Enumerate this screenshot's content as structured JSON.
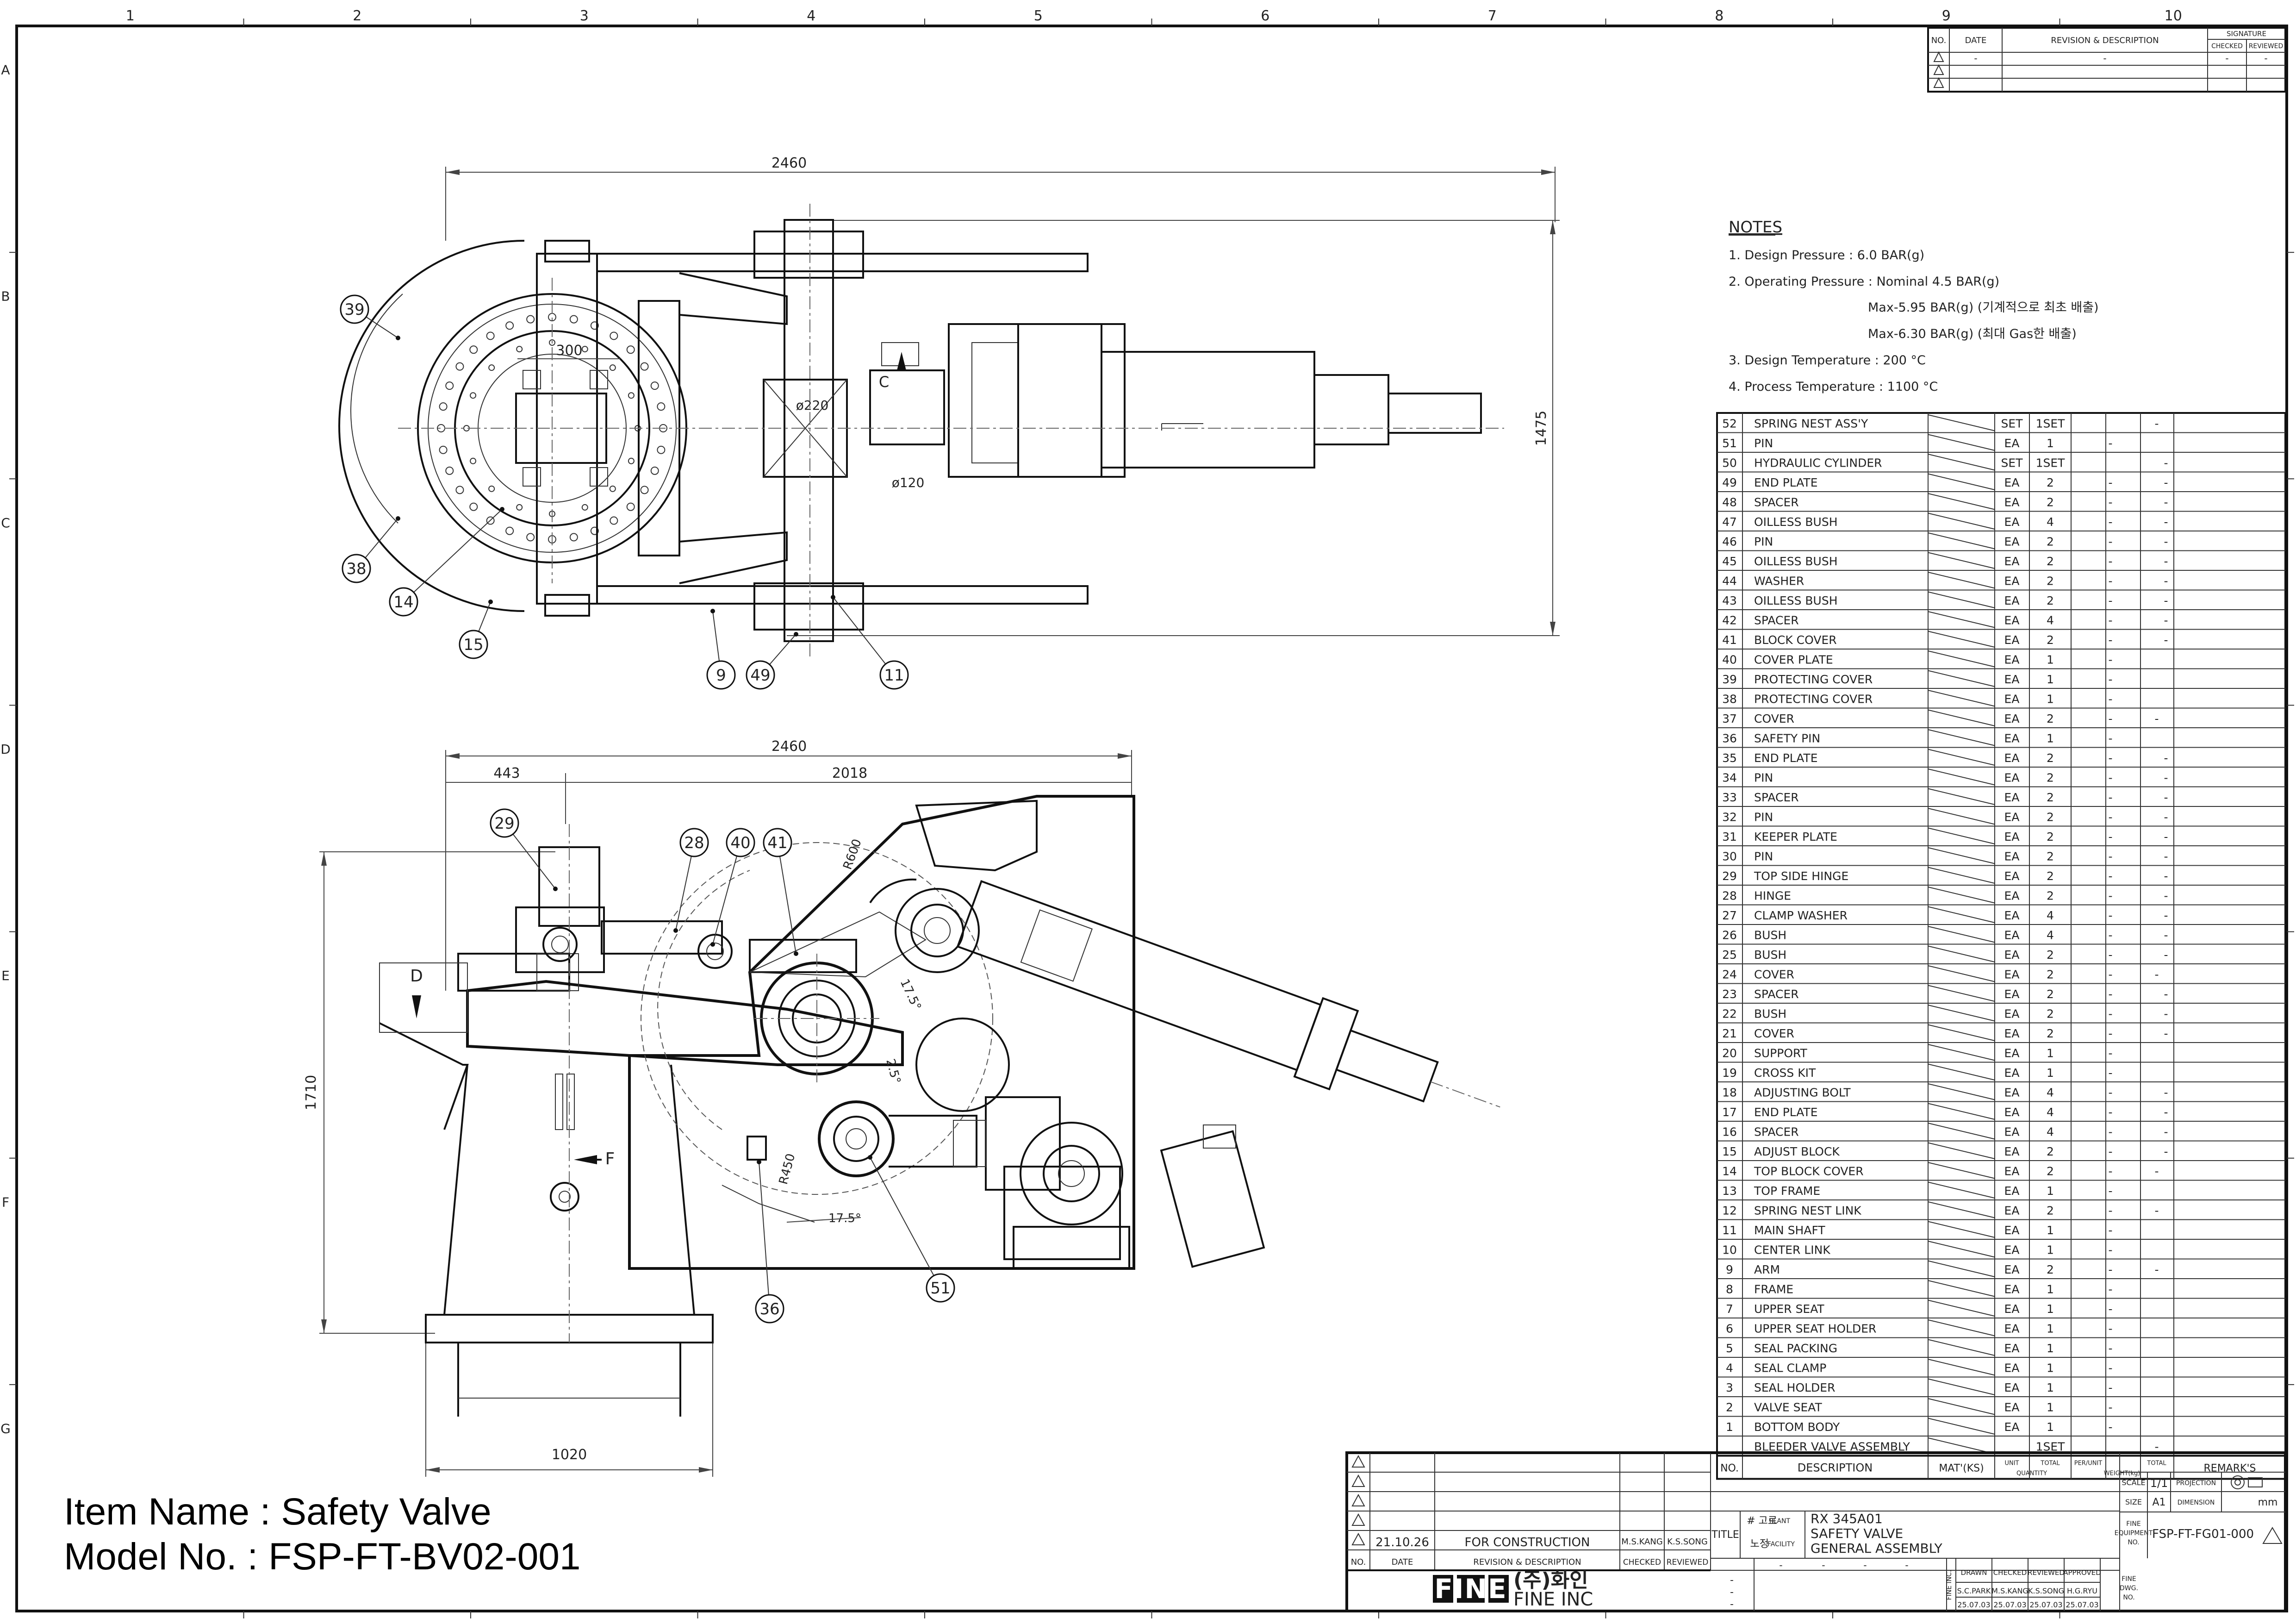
{
  "zone_columns": [
    "1",
    "2",
    "3",
    "4",
    "5",
    "6",
    "7",
    "8",
    "9",
    "10"
  ],
  "zone_rows": [
    "A",
    "B",
    "C",
    "D",
    "E",
    "F",
    "G"
  ],
  "revision_block": {
    "headers": [
      "NO.",
      "DATE",
      "REVISION & DESCRIPTION",
      "SIGNATURE",
      "CHECKED",
      "REVIEWED"
    ],
    "row1": [
      "-",
      "-",
      "-",
      "-"
    ]
  },
  "notes": {
    "title": "NOTES",
    "items": [
      "1. Design Pressure : 6.0 BAR(g)",
      "2. Operating Pressure : Nominal 4.5 BAR(g)",
      "Max-5.95 BAR(g) (기계적으로 최초 배출)",
      "Max-6.30 BAR(g) (최대 Gas한 배출)",
      "3. Design Temperature  : 200 °C",
      "4. Process Temperature : 1100 °C"
    ]
  },
  "parts": [
    [
      "52",
      "SPRING NEST ASS'Y",
      "SET",
      "1SET",
      "",
      "-",
      ""
    ],
    [
      "51",
      "PIN",
      "EA",
      "1",
      "-",
      "",
      ""
    ],
    [
      "50",
      "HYDRAULIC CYLINDER",
      "SET",
      "1SET",
      "",
      "",
      "-"
    ],
    [
      "49",
      "END PLATE",
      "EA",
      "2",
      "-",
      "",
      "-"
    ],
    [
      "48",
      "SPACER",
      "EA",
      "2",
      "-",
      "",
      "-"
    ],
    [
      "47",
      "OILLESS BUSH",
      "EA",
      "4",
      "-",
      "",
      "-"
    ],
    [
      "46",
      "PIN",
      "EA",
      "2",
      "-",
      "",
      "-"
    ],
    [
      "45",
      "OILLESS BUSH",
      "EA",
      "2",
      "-",
      "",
      "-"
    ],
    [
      "44",
      "WASHER",
      "EA",
      "2",
      "-",
      "",
      "-"
    ],
    [
      "43",
      "OILLESS BUSH",
      "EA",
      "2",
      "-",
      "",
      "-"
    ],
    [
      "42",
      "SPACER",
      "EA",
      "4",
      "-",
      "",
      "-"
    ],
    [
      "41",
      "BLOCK COVER",
      "EA",
      "2",
      "-",
      "",
      "-"
    ],
    [
      "40",
      "COVER PLATE",
      "EA",
      "1",
      "-",
      "",
      ""
    ],
    [
      "39",
      "PROTECTING COVER",
      "EA",
      "1",
      "-",
      "",
      ""
    ],
    [
      "38",
      "PROTECTING COVER",
      "EA",
      "1",
      "-",
      "",
      ""
    ],
    [
      "37",
      "COVER",
      "EA",
      "2",
      "-",
      "-",
      ""
    ],
    [
      "36",
      "SAFETY PIN",
      "EA",
      "1",
      "-",
      "",
      ""
    ],
    [
      "35",
      "END PLATE",
      "EA",
      "2",
      "-",
      "",
      "-"
    ],
    [
      "34",
      "PIN",
      "EA",
      "2",
      "-",
      "",
      "-"
    ],
    [
      "33",
      "SPACER",
      "EA",
      "2",
      "-",
      "",
      "-"
    ],
    [
      "32",
      "PIN",
      "EA",
      "2",
      "-",
      "",
      "-"
    ],
    [
      "31",
      "KEEPER PLATE",
      "EA",
      "2",
      "-",
      "",
      "-"
    ],
    [
      "30",
      "PIN",
      "EA",
      "2",
      "-",
      "",
      "-"
    ],
    [
      "29",
      "TOP SIDE HINGE",
      "EA",
      "2",
      "-",
      "",
      "-"
    ],
    [
      "28",
      "HINGE",
      "EA",
      "2",
      "-",
      "",
      "-"
    ],
    [
      "27",
      "CLAMP WASHER",
      "EA",
      "4",
      "-",
      "",
      "-"
    ],
    [
      "26",
      "BUSH",
      "EA",
      "4",
      "-",
      "",
      "-"
    ],
    [
      "25",
      "BUSH",
      "EA",
      "2",
      "-",
      "",
      "-"
    ],
    [
      "24",
      "COVER",
      "EA",
      "2",
      "-",
      "-",
      ""
    ],
    [
      "23",
      "SPACER",
      "EA",
      "2",
      "-",
      "",
      "-"
    ],
    [
      "22",
      "BUSH",
      "EA",
      "2",
      "-",
      "",
      "-"
    ],
    [
      "21",
      "COVER",
      "EA",
      "2",
      "-",
      "",
      "-"
    ],
    [
      "20",
      "SUPPORT",
      "EA",
      "1",
      "-",
      "",
      ""
    ],
    [
      "19",
      "CROSS KIT",
      "EA",
      "1",
      "-",
      "",
      ""
    ],
    [
      "18",
      "ADJUSTING BOLT",
      "EA",
      "4",
      "-",
      "",
      "-"
    ],
    [
      "17",
      "END PLATE",
      "EA",
      "4",
      "-",
      "",
      "-"
    ],
    [
      "16",
      "SPACER",
      "EA",
      "4",
      "-",
      "",
      "-"
    ],
    [
      "15",
      "ADJUST BLOCK",
      "EA",
      "2",
      "-",
      "",
      "-"
    ],
    [
      "14",
      "TOP BLOCK COVER",
      "EA",
      "2",
      "-",
      "-",
      ""
    ],
    [
      "13",
      "TOP FRAME",
      "EA",
      "1",
      "-",
      "",
      ""
    ],
    [
      "12",
      "SPRING NEST LINK",
      "EA",
      "2",
      "-",
      "-",
      ""
    ],
    [
      "11",
      "MAIN SHAFT",
      "EA",
      "1",
      "-",
      "",
      ""
    ],
    [
      "10",
      "CENTER LINK",
      "EA",
      "1",
      "-",
      "",
      ""
    ],
    [
      "9",
      "ARM",
      "EA",
      "2",
      "-",
      "-",
      ""
    ],
    [
      "8",
      "FRAME",
      "EA",
      "1",
      "-",
      "",
      ""
    ],
    [
      "7",
      "UPPER SEAT",
      "EA",
      "1",
      "-",
      "",
      ""
    ],
    [
      "6",
      "UPPER SEAT HOLDER",
      "EA",
      "1",
      "-",
      "",
      ""
    ],
    [
      "5",
      "SEAL PACKING",
      "EA",
      "1",
      "-",
      "",
      ""
    ],
    [
      "4",
      "SEAL CLAMP",
      "EA",
      "1",
      "-",
      "",
      ""
    ],
    [
      "3",
      "SEAL HOLDER",
      "EA",
      "1",
      "-",
      "",
      ""
    ],
    [
      "2",
      "VALVE SEAT",
      "EA",
      "1",
      "-",
      "",
      ""
    ],
    [
      "1",
      "BOTTOM BODY",
      "EA",
      "1",
      "-",
      "",
      ""
    ],
    [
      "",
      "BLEEDER VALVE ASSEMBLY",
      "",
      "1SET",
      "",
      "-",
      ""
    ]
  ],
  "parts_header": {
    "no": "NO.",
    "description": "DESCRIPTION",
    "material": "MAT'(KS)",
    "unit": "UNIT",
    "total": "TOTAL",
    "quantity": "QUANTITY",
    "per_unit": "PER/UNIT",
    "total2": "TOTAL",
    "weight": "WEIGHT(kg)",
    "remarks": "REMARK'S"
  },
  "dimensions_top": {
    "width": "2460",
    "height": "1475",
    "d300": "300",
    "d220": "ø220",
    "d120": "ø120",
    "sec": "C"
  },
  "dimensions_front": {
    "width": "2460",
    "left": "443",
    "right": "2018",
    "height": "1710",
    "base": "1020",
    "r600": "R600",
    "r450": "R450",
    "a175a": "17.5°",
    "a175b": "17.5°",
    "a25": "2.5°",
    "secD": "D",
    "secF": "F"
  },
  "balloons_top": [
    "39",
    "38",
    "14",
    "15",
    "9",
    "49",
    "11"
  ],
  "balloons_front": [
    "29",
    "28",
    "40",
    "41",
    "36",
    "51"
  ],
  "title_block": {
    "rev_row": [
      "21.10.26",
      "FOR CONSTRUCTION",
      "M.S.KANG",
      "K.S.SONG"
    ],
    "rev_header": [
      "NO.",
      "DATE",
      "REVISION & DESCRIPTION",
      "CHECKED",
      "REVIEWED"
    ],
    "logo_mark": "FINE",
    "company_kr": "(주)화인",
    "company_en": "FINE INC",
    "scale_label": "SCALE",
    "scale": "1/1",
    "projection_label": "PROJECTION",
    "size_label": "SIZE",
    "size": "A1",
    "dimension_label": "DIMENSION",
    "dimension": "mm",
    "title_label": "TITLE",
    "plant_kr": "# 고로",
    "plant_label": "PLANT",
    "facility_kr": "노정",
    "facility_label": "FACILITY",
    "title_lines": [
      "RX 345A01",
      "SAFETY VALVE",
      "GENERAL ASSEMBLY"
    ],
    "equip_label": [
      "FINE",
      "EQUIPMENT",
      "NO."
    ],
    "drawing_no": "FSP-FT-FG01-000",
    "sign_headers": [
      "DRAWN",
      "CHECKED",
      "REVIEWED",
      "APPROVED"
    ],
    "sign_names": [
      "S.C.PARK",
      "M.S.KANG",
      "K.S.SONG",
      "H.G.RYU"
    ],
    "sign_dates": [
      "25.07.03",
      "25.07.03",
      "25.07.03",
      "25.07.03"
    ],
    "fine_inc_small": "FINE INC.",
    "dwg_label": [
      "FINE",
      "DWG.",
      "NO."
    ],
    "dash": "-"
  },
  "item_name": "Item Name : Safety Valve",
  "model_no": "Model No. : FSP-FT-BV02-001"
}
